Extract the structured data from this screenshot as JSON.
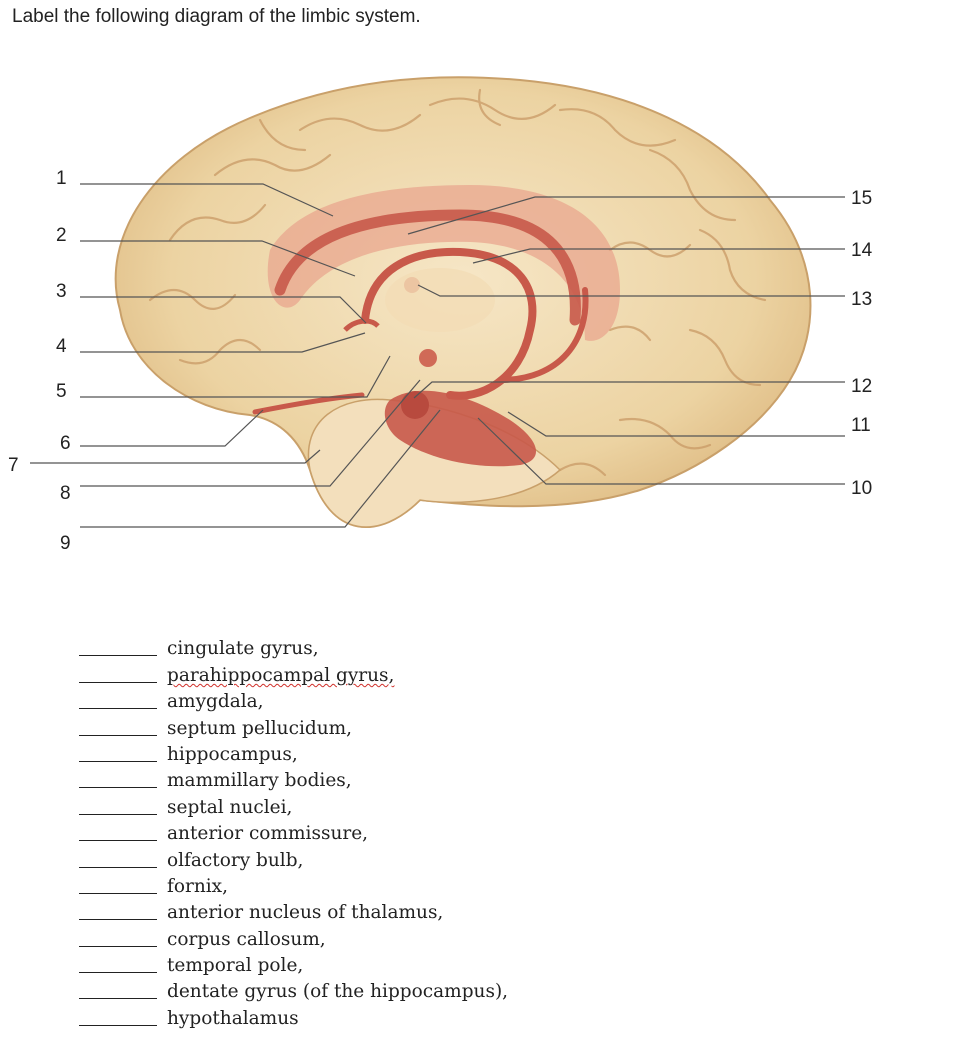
{
  "title": "Label the following diagram of the limbic system.",
  "diagram": {
    "type": "brain-limbic-system",
    "left_labels": [
      "1",
      "2",
      "3",
      "4",
      "5",
      "6",
      "7",
      "8",
      "9"
    ],
    "right_labels": [
      "15",
      "14",
      "13",
      "12",
      "11",
      "10"
    ]
  },
  "terms": [
    "cingulate gyrus,",
    "parahippocampal gyrus,",
    "amygdala,",
    "septum pellucidum,",
    "hippocampus,",
    "mammillary bodies,",
    "septal nuclei,",
    "anterior commissure,",
    "olfactory bulb,",
    "fornix,",
    "anterior nucleus of thalamus,",
    "corpus callosum,",
    "temporal pole,",
    "dentate gyrus (of the hippocampus),",
    "hypothalamus"
  ]
}
